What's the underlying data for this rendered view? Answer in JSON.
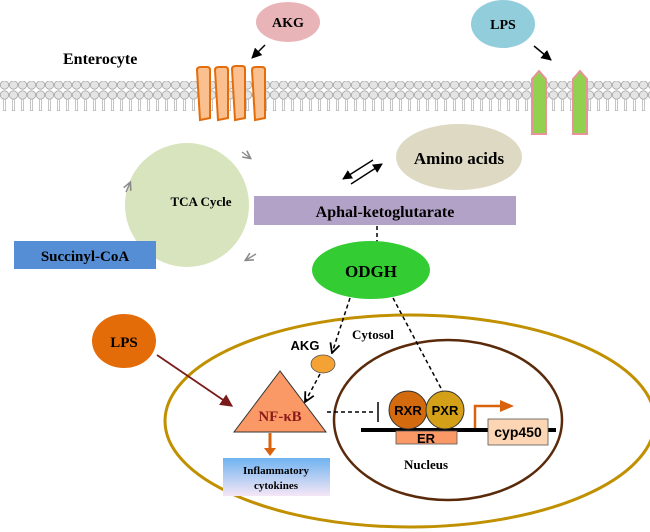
{
  "title": "Enterocyte",
  "membrane": {
    "receptor_akg_count": 4,
    "receptor_lps_count": 2
  },
  "labels": {
    "enterocyte": "Enterocyte",
    "akg_top": "AKG",
    "lps_top": "LPS",
    "tca_cycle": "TCA Cycle",
    "succinyl_coa": "Succinyl-CoA",
    "amino_acids": "Amino acids",
    "akg_full": "Aphal-ketoglutarate",
    "odgh": "ODGH",
    "lps_left": "LPS",
    "cytosol": "Cytosol",
    "akg_small": "AKG",
    "nfkb": "NF-κB",
    "inflammatory_line1": "Inflammatory",
    "inflammatory_line2": "cytokines",
    "rxr": "RXR",
    "pxr": "PXR",
    "er": "ER",
    "cyp450": "cyp450",
    "nucleus": "Nucleus"
  },
  "colors": {
    "akg_bubble": "#e8b4b8",
    "lps_bubble": "#92cddc",
    "akg_receptor_fill": "#fac090",
    "akg_receptor_stroke": "#e46c0a",
    "lps_receptor_fill": "#92d050",
    "lps_receptor_stroke": "#e6949a",
    "tca_circle": "#d7e4bd",
    "succinyl_box": "#558ed5",
    "amino_acids": "#ddd9c3",
    "akg_box": "#b3a2c7",
    "odgh": "#33cc33",
    "lps_left": "#e36c09",
    "cell_outline": "#c09000",
    "nucleus_outline": "#5a2a0a",
    "nfkb_fill": "#fb9966",
    "nfkb_text": "#8b1a1a",
    "rxr_fill": "#d46a0e",
    "pxr_fill": "#d4a017",
    "er_fill": "#fb9966",
    "cyp450_fill": "#fcd5b4",
    "promoter_arrow": "#d9620c",
    "lps_arrow": "#7a1a1a"
  }
}
